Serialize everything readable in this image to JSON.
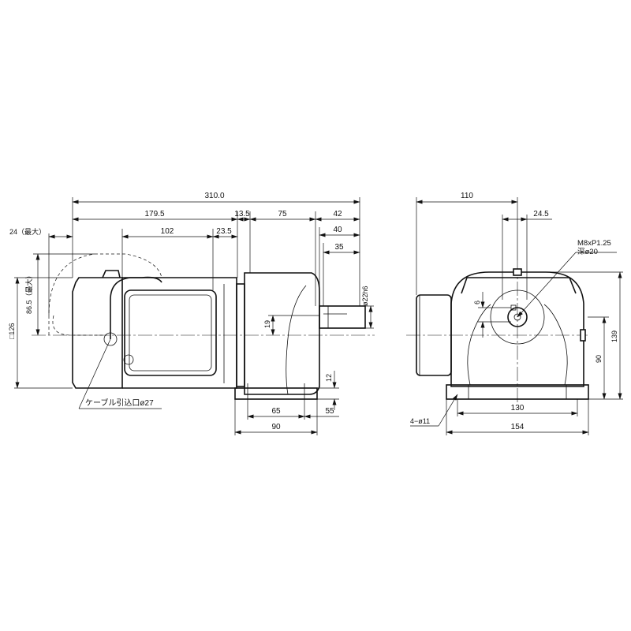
{
  "side_view": {
    "overall_length": "310.0",
    "motor_length": "179.5",
    "gap": "13.5",
    "gear_length": "75",
    "shaft_length": "42",
    "shaft_40": "40",
    "shaft_35": "35",
    "terminal_box_length": "102",
    "terminal_box_offset": "23.5",
    "fan_cover_max": "24（最大）",
    "cable_radius_max": "86.5（最大）",
    "motor_square": "□126",
    "shaft_diameter": "ø22h6",
    "shaft_center_offset": "19",
    "foot_height": "12",
    "foot_65": "65",
    "foot_55": "55",
    "foot_90": "90",
    "cable_entry": "ケーブル引込口ø27"
  },
  "front_view": {
    "width_110": "110",
    "key_24_5": "24.5",
    "tap_spec": "M8xP1.25",
    "tap_depth": "深ø20",
    "key_6": "6",
    "height_139": "139",
    "height_90": "90",
    "foot_holes": "4−ø11",
    "foot_pitch_130": "130",
    "foot_width_154": "154"
  }
}
